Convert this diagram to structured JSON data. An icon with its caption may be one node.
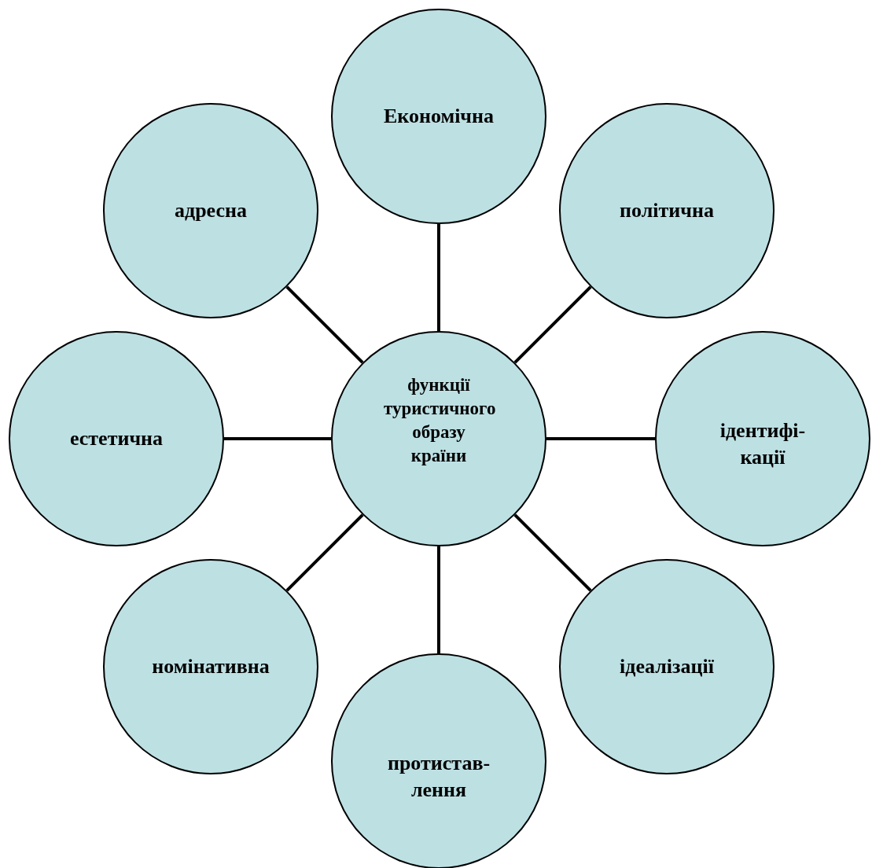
{
  "diagram": {
    "nodes": [
      {
        "text": [
          "функції туристичного образу країни"
        ]
      },
      {
        "text": [
          "Економічна"
        ]
      },
      {
        "text": [
          "політична"
        ]
      },
      {
        "text": [
          "ідентифі- кації"
        ]
      },
      {
        "text": [
          "ідеалізації"
        ]
      },
      {
        "text": [
          "протистав- лення"
        ]
      },
      {
        "text": [
          "номінативна"
        ]
      },
      {
        "text": [
          "естетична"
        ]
      },
      {
        "text": [
          "адресна"
        ]
      }
    ],
    "edges": [
      {
        "from": 0,
        "to": 1,
        "arrow": "none"
      },
      {
        "from": 0,
        "to": 2,
        "arrow": "none"
      },
      {
        "from": 0,
        "to": 3,
        "arrow": "none"
      },
      {
        "from": 0,
        "to": 4,
        "arrow": "none"
      },
      {
        "from": 0,
        "to": 5,
        "arrow": "none"
      },
      {
        "from": 0,
        "to": 6,
        "arrow": "none"
      },
      {
        "from": 0,
        "to": 7,
        "arrow": "none"
      },
      {
        "from": 0,
        "to": 8,
        "arrow": "none"
      }
    ]
  }
}
